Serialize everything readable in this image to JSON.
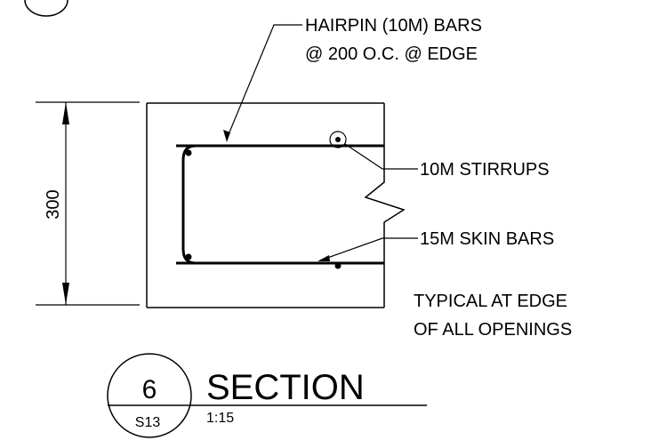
{
  "notes": {
    "hairpin_line1": "HAIRPIN (10M) BARS",
    "hairpin_line2": "@ 200 O.C. @ EDGE",
    "stirrups": "10M STIRRUPS",
    "skin_bars": "15M SKIN BARS",
    "typical_line1": "TYPICAL AT EDGE",
    "typical_line2": "OF ALL OPENINGS"
  },
  "dimension": {
    "value": "300"
  },
  "title_block": {
    "detail_number": "6",
    "sheet": "S13",
    "title": "SECTION",
    "scale": "1:15"
  }
}
